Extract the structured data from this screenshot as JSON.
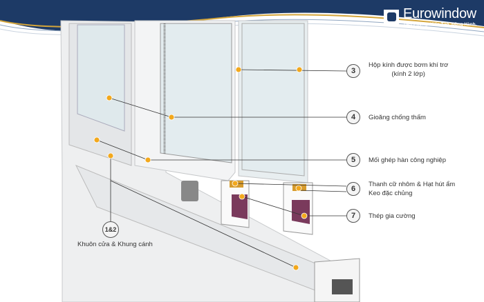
{
  "brand": {
    "name": "Eurowindow",
    "slogan": "Tiên Phong. Kiến Tạo. Đồng Hành."
  },
  "colors": {
    "banner": "#1d3a66",
    "gold": "#d4a53a",
    "dot": "#f2a81d"
  },
  "callouts": [
    {
      "num": "3",
      "lines": [
        "Hộp kính được bơm khí trơ",
        "(kính 2 lớp)"
      ]
    },
    {
      "num": "4",
      "lines": [
        "Gioăng chống thấm"
      ]
    },
    {
      "num": "5",
      "lines": [
        "Mối ghép hàn công nghiệp"
      ]
    },
    {
      "num": "6",
      "lines": [
        "Thanh cữ nhôm & Hạt hút ẩm",
        "Keo đặc chủng"
      ]
    },
    {
      "num": "7",
      "lines": [
        "Thép gia cường"
      ]
    },
    {
      "num": "1&2",
      "lines": [
        "Khuôn cửa & Khung cánh"
      ]
    }
  ]
}
